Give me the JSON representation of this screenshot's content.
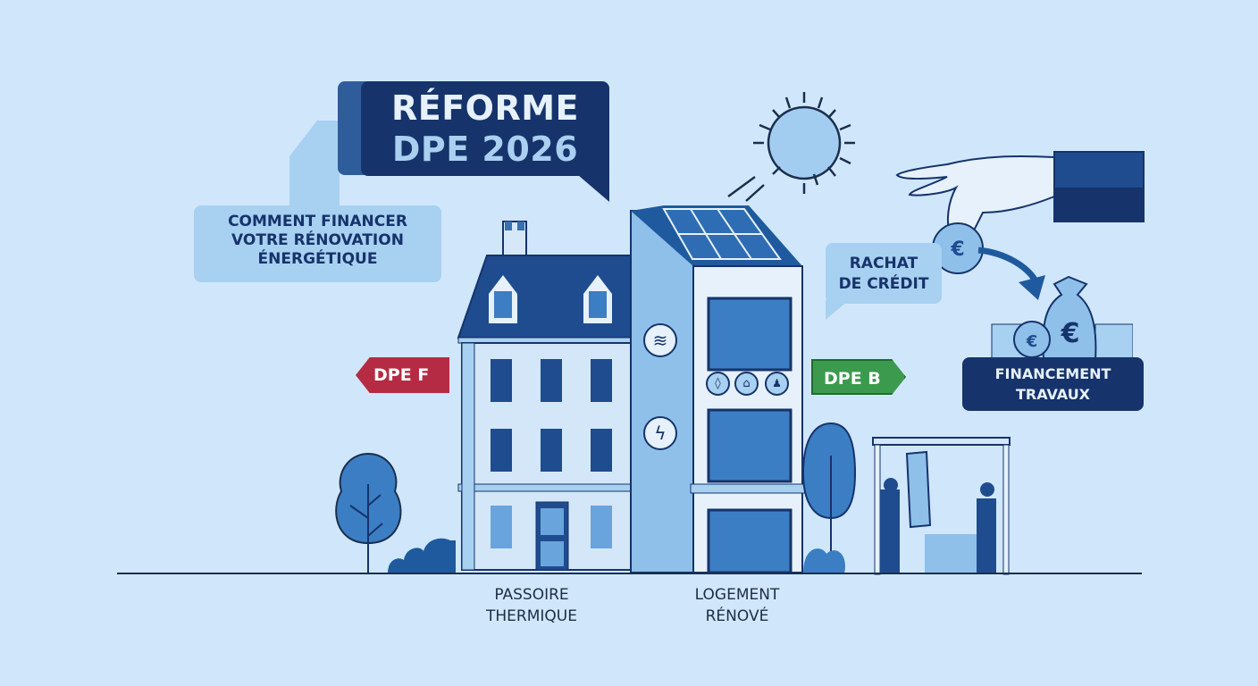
{
  "header": {
    "title_line1": "RÉFORME",
    "title_line2": "DPE 2026",
    "subtitle_lines": [
      "COMMENT FINANCER",
      "VOTRE RÉNOVATION",
      "ÉNERGÉTIQUE"
    ]
  },
  "labels": {
    "dpe_before": "DPE F",
    "dpe_after": "DPE B",
    "rachat_lines": [
      "RACHAT",
      "DE CRÉDIT"
    ],
    "financement_lines": [
      "FINANCEMENT",
      "TRAVAUX"
    ],
    "old_house_caption": [
      "PASSOIRE",
      "THERMIQUE"
    ],
    "new_house_caption": [
      "LOGEMENT",
      "RÉNOVÉ"
    ]
  },
  "icons": {
    "heat": "heat-waves-icon",
    "power": "lightning-icon",
    "water": "water-drop-icon",
    "home": "house-icon",
    "person": "person-icon",
    "euro": "€"
  },
  "colors": {
    "background": "#d0e7fb",
    "navy": "#16336b",
    "mid_blue": "#2f5d9b",
    "light_blue": "#a8d0f1",
    "dpe_f_red": "#b52b44",
    "dpe_b_green": "#3c9a4e"
  }
}
